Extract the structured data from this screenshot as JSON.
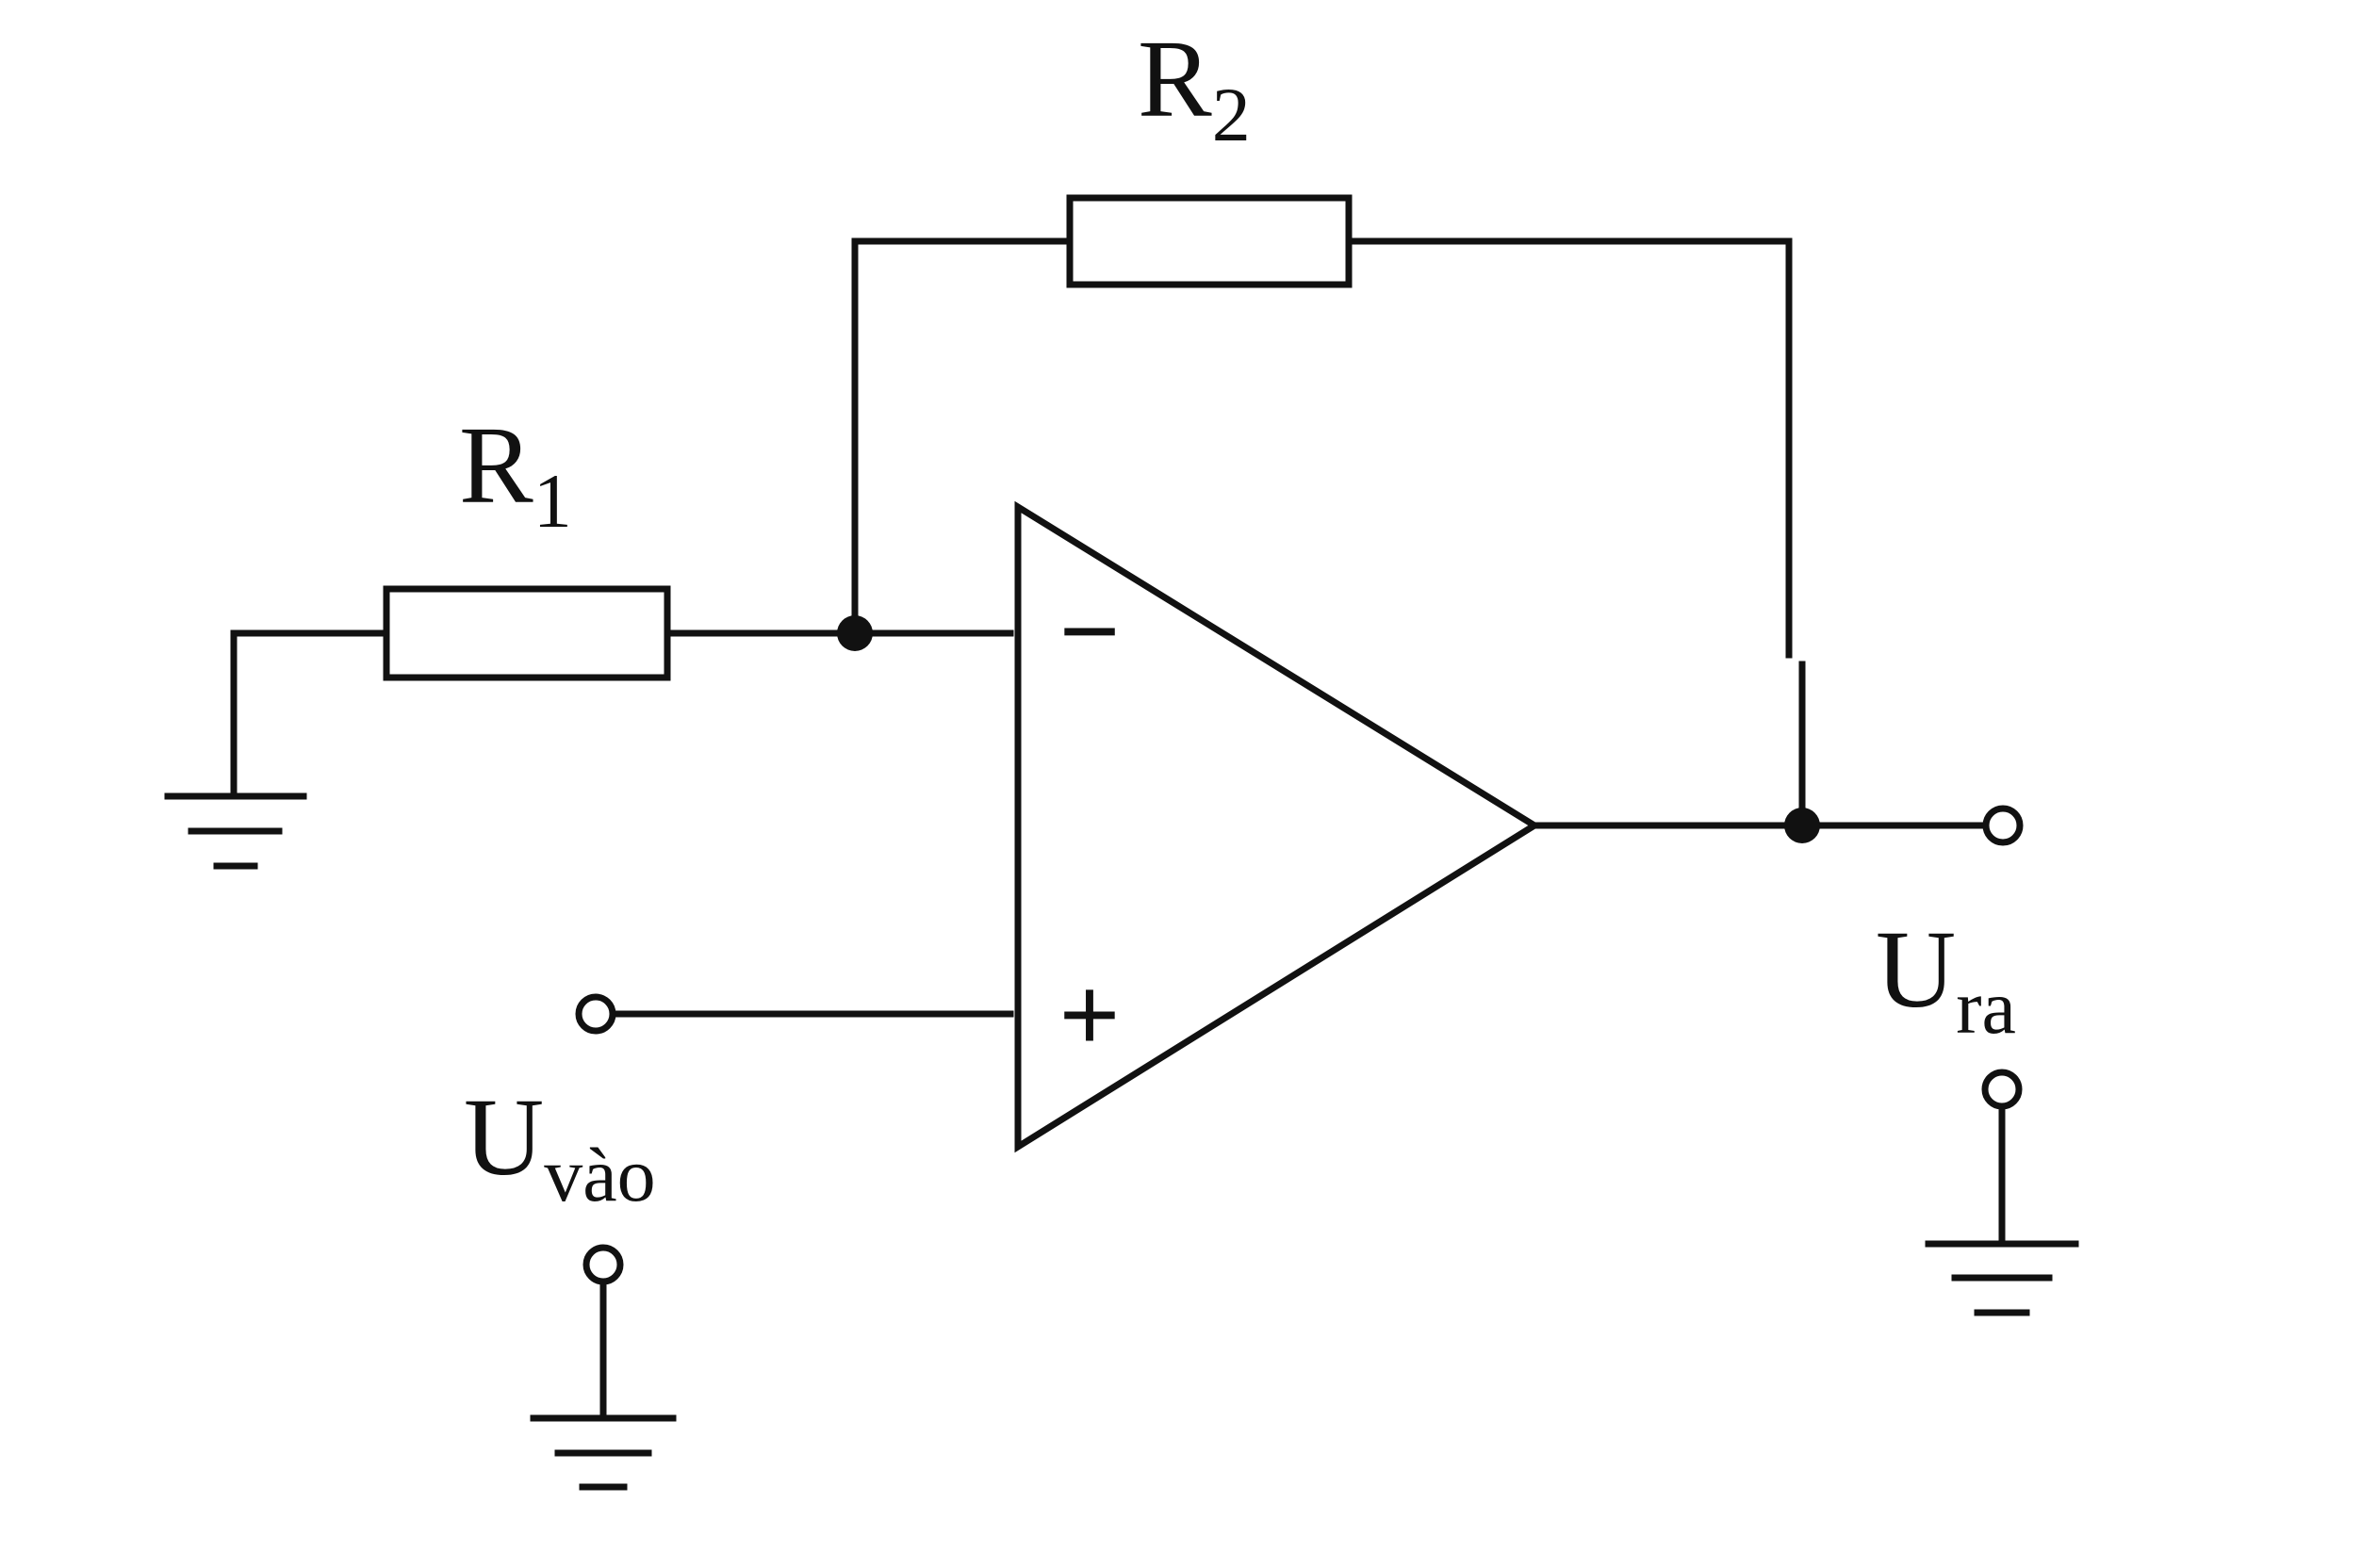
{
  "components": {
    "r1": {
      "letter": "R",
      "index": "1"
    },
    "r2": {
      "letter": "R",
      "index": "2"
    }
  },
  "opamp": {
    "inverting_sign": "−",
    "noninverting_sign": "+"
  },
  "terminals": {
    "input": {
      "letter": "U",
      "subscript": "vào"
    },
    "output": {
      "letter": "U",
      "subscript": "ra"
    }
  },
  "colors": {
    "stroke": "#111111",
    "background": "#ffffff"
  }
}
